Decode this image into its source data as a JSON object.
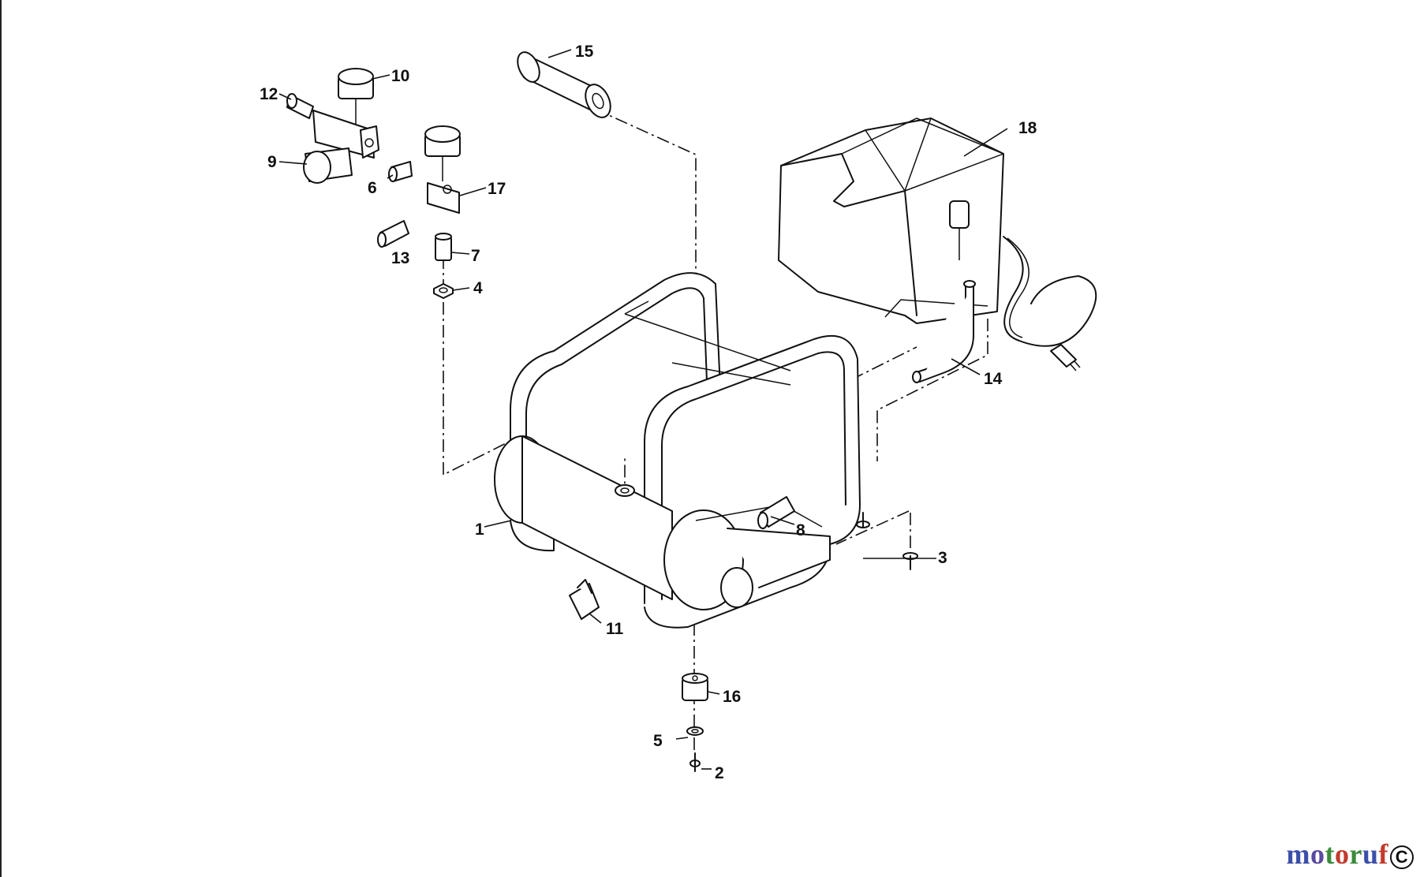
{
  "callouts": {
    "c1": "1",
    "c2": "2",
    "c3": "3",
    "c4": "4",
    "c5": "5",
    "c6": "6",
    "c7": "7",
    "c8": "8",
    "c9": "9",
    "c10": "10",
    "c11": "11",
    "c12": "12",
    "c13": "13",
    "c14": "14",
    "c15": "15",
    "c16": "16",
    "c17": "17",
    "c18": "18"
  },
  "watermark": {
    "letters": [
      "m",
      "o",
      "t",
      "o",
      "r",
      "u",
      "f"
    ],
    "colors": [
      "#3a4fa8",
      "#5a4aa0",
      "#3b8a3b",
      "#c23a2e",
      "#3b8a3b",
      "#3a4fa8",
      "#c23a2e"
    ],
    "corner_mark": "C"
  }
}
